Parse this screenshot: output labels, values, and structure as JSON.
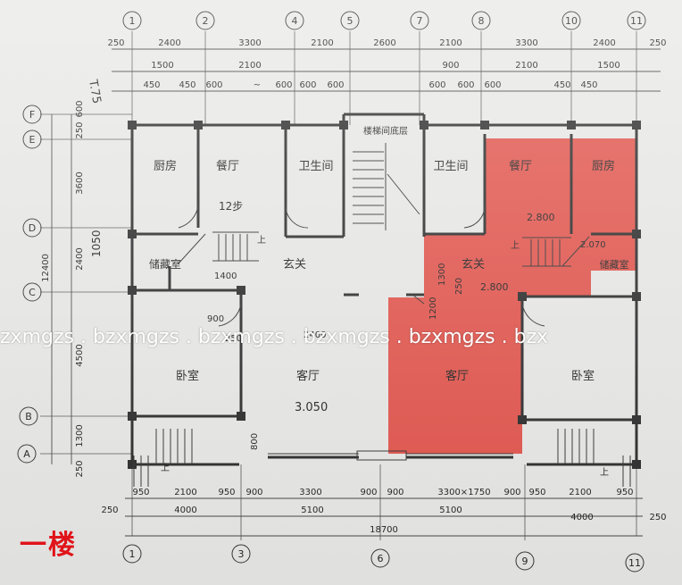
{
  "colors": {
    "highlight": "#e2463f",
    "ink": "#2a2a2a",
    "paper": "#e9e9e7",
    "title": "#e0141a"
  },
  "title": "一楼",
  "watermark": "zxmgzs . bzxmgzs . bzxmgzs . bzxmgzs . bzxmgzs . bzx",
  "axes": {
    "top": [
      "1",
      "2",
      "4",
      "5",
      "7",
      "8",
      "10",
      "11"
    ],
    "bottom": [
      "1",
      "3",
      "6",
      "9",
      "11"
    ],
    "left": [
      "F",
      "E",
      "D",
      "C",
      "B",
      "A"
    ]
  },
  "dims": {
    "top_row1": [
      "250",
      "2400",
      "3300",
      "2100",
      "2600",
      "2100",
      "3300",
      "2400",
      "250"
    ],
    "top_row2": [
      "1500",
      "2100",
      "900",
      "2100",
      "1500"
    ],
    "top_row3": [
      "450",
      "450",
      "600",
      "~",
      "600",
      "600",
      "600",
      "600",
      "600",
      "600",
      "450",
      "450"
    ],
    "bottom_row1": [
      "950",
      "2100",
      "950",
      "900",
      "3300",
      "900",
      "900",
      "3300×1750",
      "900",
      "950",
      "2100",
      "950"
    ],
    "bottom_row2": [
      "4000",
      "5100",
      "5100",
      "4000"
    ],
    "bottom_row3": [
      "250",
      "250"
    ],
    "bottom_total": "18700",
    "left_col1": [
      "12400"
    ],
    "left_col2": [
      "600",
      "250",
      "3600",
      "2400",
      "4500",
      "1300",
      "250"
    ]
  },
  "rooms": {
    "kitchen_l": "厨房",
    "dining_l": "餐厅",
    "bath_l": "卫生间",
    "storage_l": "储藏室",
    "foyer_l": "玄关",
    "bedroom_l": "卧室",
    "living_l": "客厅",
    "stair_hall": "楼梯间底层",
    "bath_r": "卫生间",
    "dining_r": "餐厅",
    "kitchen_r": "厨房",
    "foyer_r": "玄关",
    "storage_r": "储藏室",
    "living_r": "客厅",
    "bedroom_r": "卧室"
  },
  "marks": {
    "up": "上",
    "dim_1400": "1400",
    "dim_900": "900",
    "dim_250": "250",
    "dim_2400": "2400",
    "dim_800": "800",
    "dim_1200": "1200",
    "dim_1300": "1300",
    "dim_250b": "250",
    "elev_3050": "3.050",
    "elev_2800a": "2.800",
    "elev_2800b": "2.800",
    "elev_2070": "2.070",
    "note_12": "12步",
    "note_t": "T.75",
    "note_1050": "1050"
  }
}
